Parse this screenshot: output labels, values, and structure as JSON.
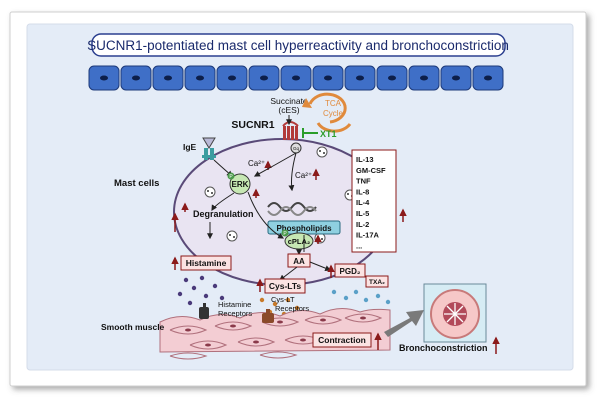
{
  "title": "SUCNR1-potentiated mast cell hyperreactivity and bronchoconstriction",
  "labels": {
    "succinate": "Succinate",
    "succinate_sub": "(cES)",
    "tca_line1": "TCA",
    "tca_line2": "Cycle",
    "sucnr1": "SUCNR1",
    "xt1": "XT1",
    "gq": "Gq",
    "ige": "IgE",
    "mast_cells": "Mast cells",
    "ca_1": "Ca²⁺",
    "ca_2": "Ca²⁺",
    "erk": "ERK",
    "p_erk": "P",
    "p_cpla2": "P",
    "degranulation": "Degranulation",
    "phospholipids": "Phospholipids",
    "cpla2": "cPLA₂",
    "aa": "AA",
    "histamine": "Histamine",
    "cys_lts": "Cys-LTs",
    "pgd2": "PGD₂",
    "txa2": "TXA₂",
    "histamine_receptors_1": "Histamine",
    "histamine_receptors_2": "Receptors",
    "cyslt_receptors_1": "Cys-LT",
    "cyslt_receptors_2": "Receptors",
    "smooth_muscle": "Smooth muscle",
    "contraction": "Contraction",
    "bronchoconstriction": "Bronchoconstriction"
  },
  "cytokines": [
    "IL-13",
    "GM-CSF",
    "TNF",
    "IL-8",
    "IL-4",
    "IL-5",
    "IL-2",
    "IL-17A",
    "..."
  ],
  "colors": {
    "panel_bg": "#e4ecf7",
    "title_border": "#2b3f8f",
    "epithelium": "#3f6fc7",
    "mast_cell": "#e9e4f2",
    "mast_cell_border": "#5a4a78",
    "muscle": "#f3cdd3",
    "up_arrow": "#8b1a1a",
    "xt1": "#2a9d2a",
    "tca": "#e08a3c",
    "sucnr1": "#b23a3a"
  }
}
